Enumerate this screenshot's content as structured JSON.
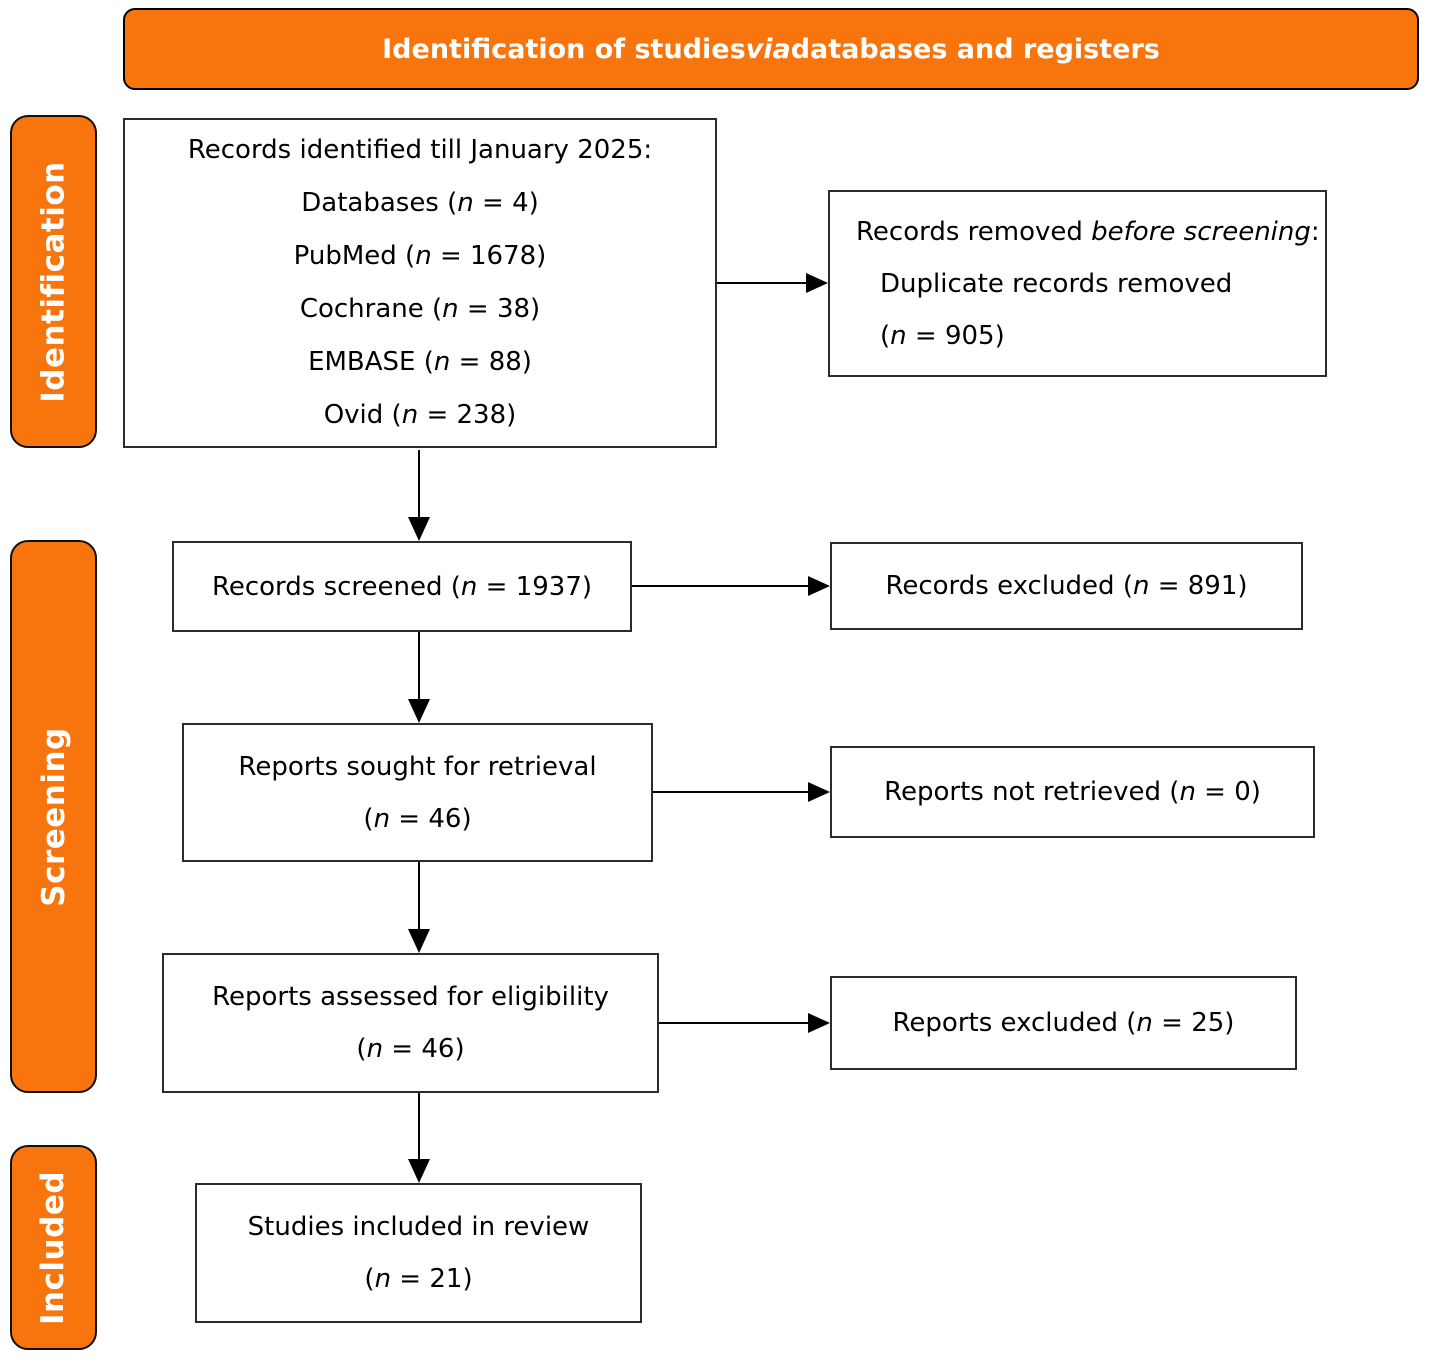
{
  "colors": {
    "accent": "#F8740C",
    "arrow": "#000000",
    "box_border": "#2b2b2b",
    "banner_text": "#ffffff",
    "body_text": "#000000"
  },
  "banner": {
    "segments": [
      {
        "t": "Identification of studies "
      },
      {
        "t": "via",
        "i": true
      },
      {
        "t": " databases and registers"
      }
    ]
  },
  "stages": [
    {
      "label": "Identification"
    },
    {
      "label": "Screening"
    },
    {
      "label": "Included"
    }
  ],
  "boxes": {
    "identified": {
      "lines": [
        [
          {
            "t": "Records identified till January 2025:"
          }
        ],
        [
          {
            "t": "Databases ("
          },
          {
            "t": "n",
            "i": true
          },
          {
            "t": " = 4)"
          }
        ],
        [
          {
            "t": "PubMed ("
          },
          {
            "t": "n",
            "i": true
          },
          {
            "t": " = 1678)"
          }
        ],
        [
          {
            "t": "Cochrane ("
          },
          {
            "t": "n",
            "i": true
          },
          {
            "t": " = 38)"
          }
        ],
        [
          {
            "t": "EMBASE ("
          },
          {
            "t": "n",
            "i": true
          },
          {
            "t": " = 88)"
          }
        ],
        [
          {
            "t": "Ovid ("
          },
          {
            "t": "n",
            "i": true
          },
          {
            "t": " = 238)"
          }
        ]
      ]
    },
    "removed": {
      "lines": [
        [
          {
            "t": "Records removed "
          },
          {
            "t": "before screening",
            "i": true
          },
          {
            "t": ":"
          }
        ],
        [
          {
            "t": "Duplicate records removed"
          }
        ],
        [
          {
            "t": "("
          },
          {
            "t": "n",
            "i": true
          },
          {
            "t": " = 905)"
          }
        ]
      ]
    },
    "screened": {
      "lines": [
        [
          {
            "t": "Records screened ("
          },
          {
            "t": "n",
            "i": true
          },
          {
            "t": " = 1937)"
          }
        ]
      ]
    },
    "records_excluded": {
      "lines": [
        [
          {
            "t": "Records excluded ("
          },
          {
            "t": "n",
            "i": true
          },
          {
            "t": " = 891)"
          }
        ]
      ]
    },
    "sought": {
      "lines": [
        [
          {
            "t": "Reports sought for retrieval"
          }
        ],
        [
          {
            "t": "("
          },
          {
            "t": "n",
            "i": true
          },
          {
            "t": " = 46)"
          }
        ]
      ]
    },
    "not_retrieved": {
      "lines": [
        [
          {
            "t": "Reports not retrieved ("
          },
          {
            "t": "n",
            "i": true
          },
          {
            "t": " = 0)"
          }
        ]
      ]
    },
    "assessed": {
      "lines": [
        [
          {
            "t": "Reports assessed for eligibility"
          }
        ],
        [
          {
            "t": "("
          },
          {
            "t": "n",
            "i": true
          },
          {
            "t": " = 46)"
          }
        ]
      ]
    },
    "reports_excluded": {
      "lines": [
        [
          {
            "t": "Reports excluded ("
          },
          {
            "t": "n",
            "i": true
          },
          {
            "t": " = 25)"
          }
        ]
      ]
    },
    "included": {
      "lines": [
        [
          {
            "t": "Studies included in review"
          }
        ],
        [
          {
            "t": "("
          },
          {
            "t": "n",
            "i": true
          },
          {
            "t": " = 21)"
          }
        ]
      ]
    }
  }
}
